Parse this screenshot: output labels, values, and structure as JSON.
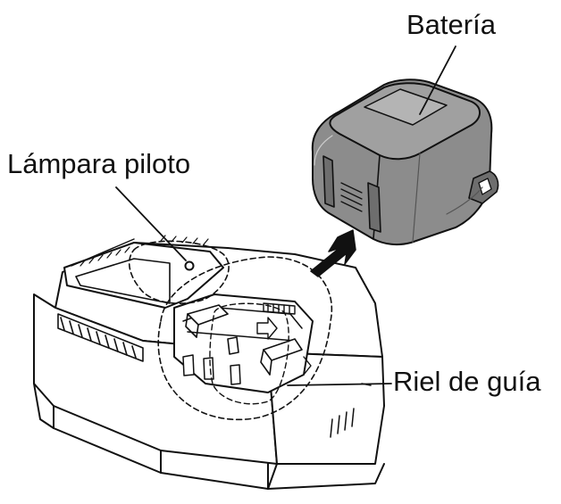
{
  "labels": {
    "battery": "Batería",
    "pilot_lamp": "Lámpara piloto",
    "guide_rail": "Riel de guía"
  },
  "colors": {
    "line": "#111111",
    "battery_fill": "#8c8c8c",
    "battery_shade": "#6e6e6e",
    "battery_top": "#a8a8a8",
    "arrow": "#111111"
  },
  "icons": {
    "insert_arrow": "arrow-down-left-icon",
    "slide_arrow": "arrow-down-icon"
  }
}
